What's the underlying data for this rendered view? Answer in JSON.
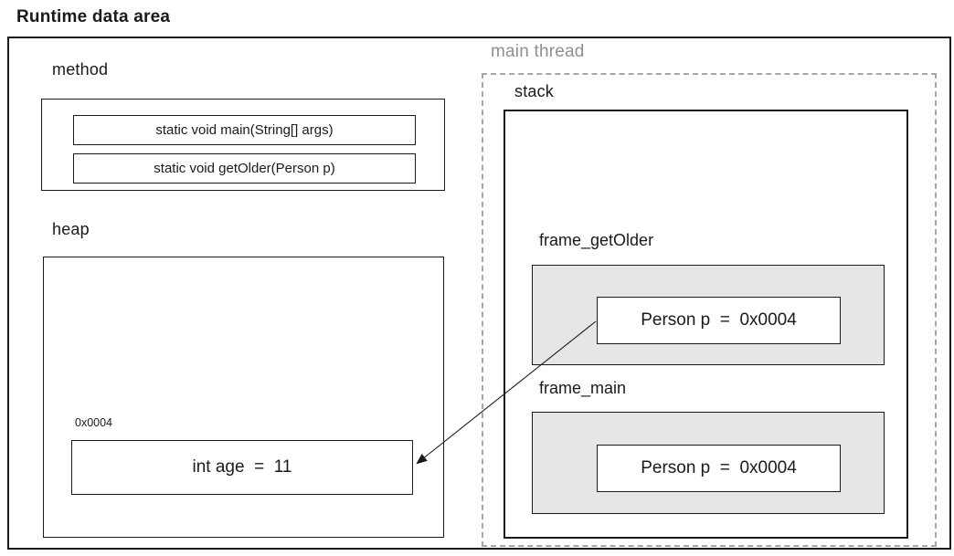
{
  "title": "Runtime data area",
  "colors": {
    "line": "#1a1a1a",
    "frame_fill": "#e6e6e6",
    "dashed_border": "#a6a6a6",
    "muted_text": "#8f8f8f"
  },
  "method_area": {
    "label": "method",
    "entries": [
      "static void main(String[] args)",
      "static void getOlder(Person p)"
    ]
  },
  "heap_area": {
    "label": "heap",
    "object": {
      "address": "0x0004",
      "value": "int age  =  11"
    }
  },
  "main_thread": {
    "label": "main thread",
    "stack": {
      "label": "stack",
      "frames": [
        {
          "label": "frame_getOlder",
          "variable": "Person p  =  0x0004"
        },
        {
          "label": "frame_main",
          "variable": "Person p  =  0x0004"
        }
      ]
    }
  },
  "arrow": {
    "description": "reference from frame_getOlder variable Person p to heap object 0x0004"
  }
}
